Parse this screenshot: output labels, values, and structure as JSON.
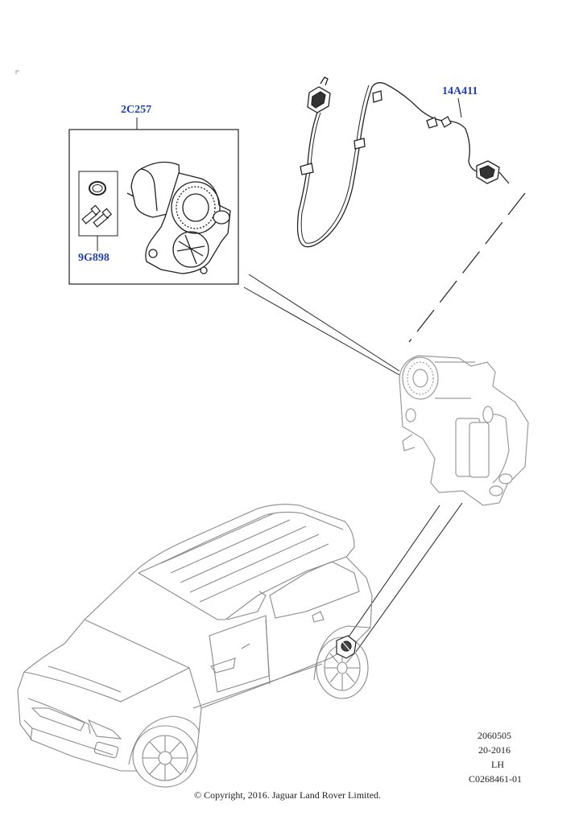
{
  "labels": {
    "actuator": "2C257",
    "bolt_kit": "9G898",
    "harness": "14A411"
  },
  "footer": {
    "ref1": "2060505",
    "ref2": "20-2016",
    "side": "LH",
    "code": "C0268461-01"
  },
  "copyright": "© Copyright, 2016. Jaguar Land Rover Limited.",
  "colors": {
    "label": "#1f3fb0",
    "line": "#222222",
    "faint": "#9a9a9a"
  }
}
